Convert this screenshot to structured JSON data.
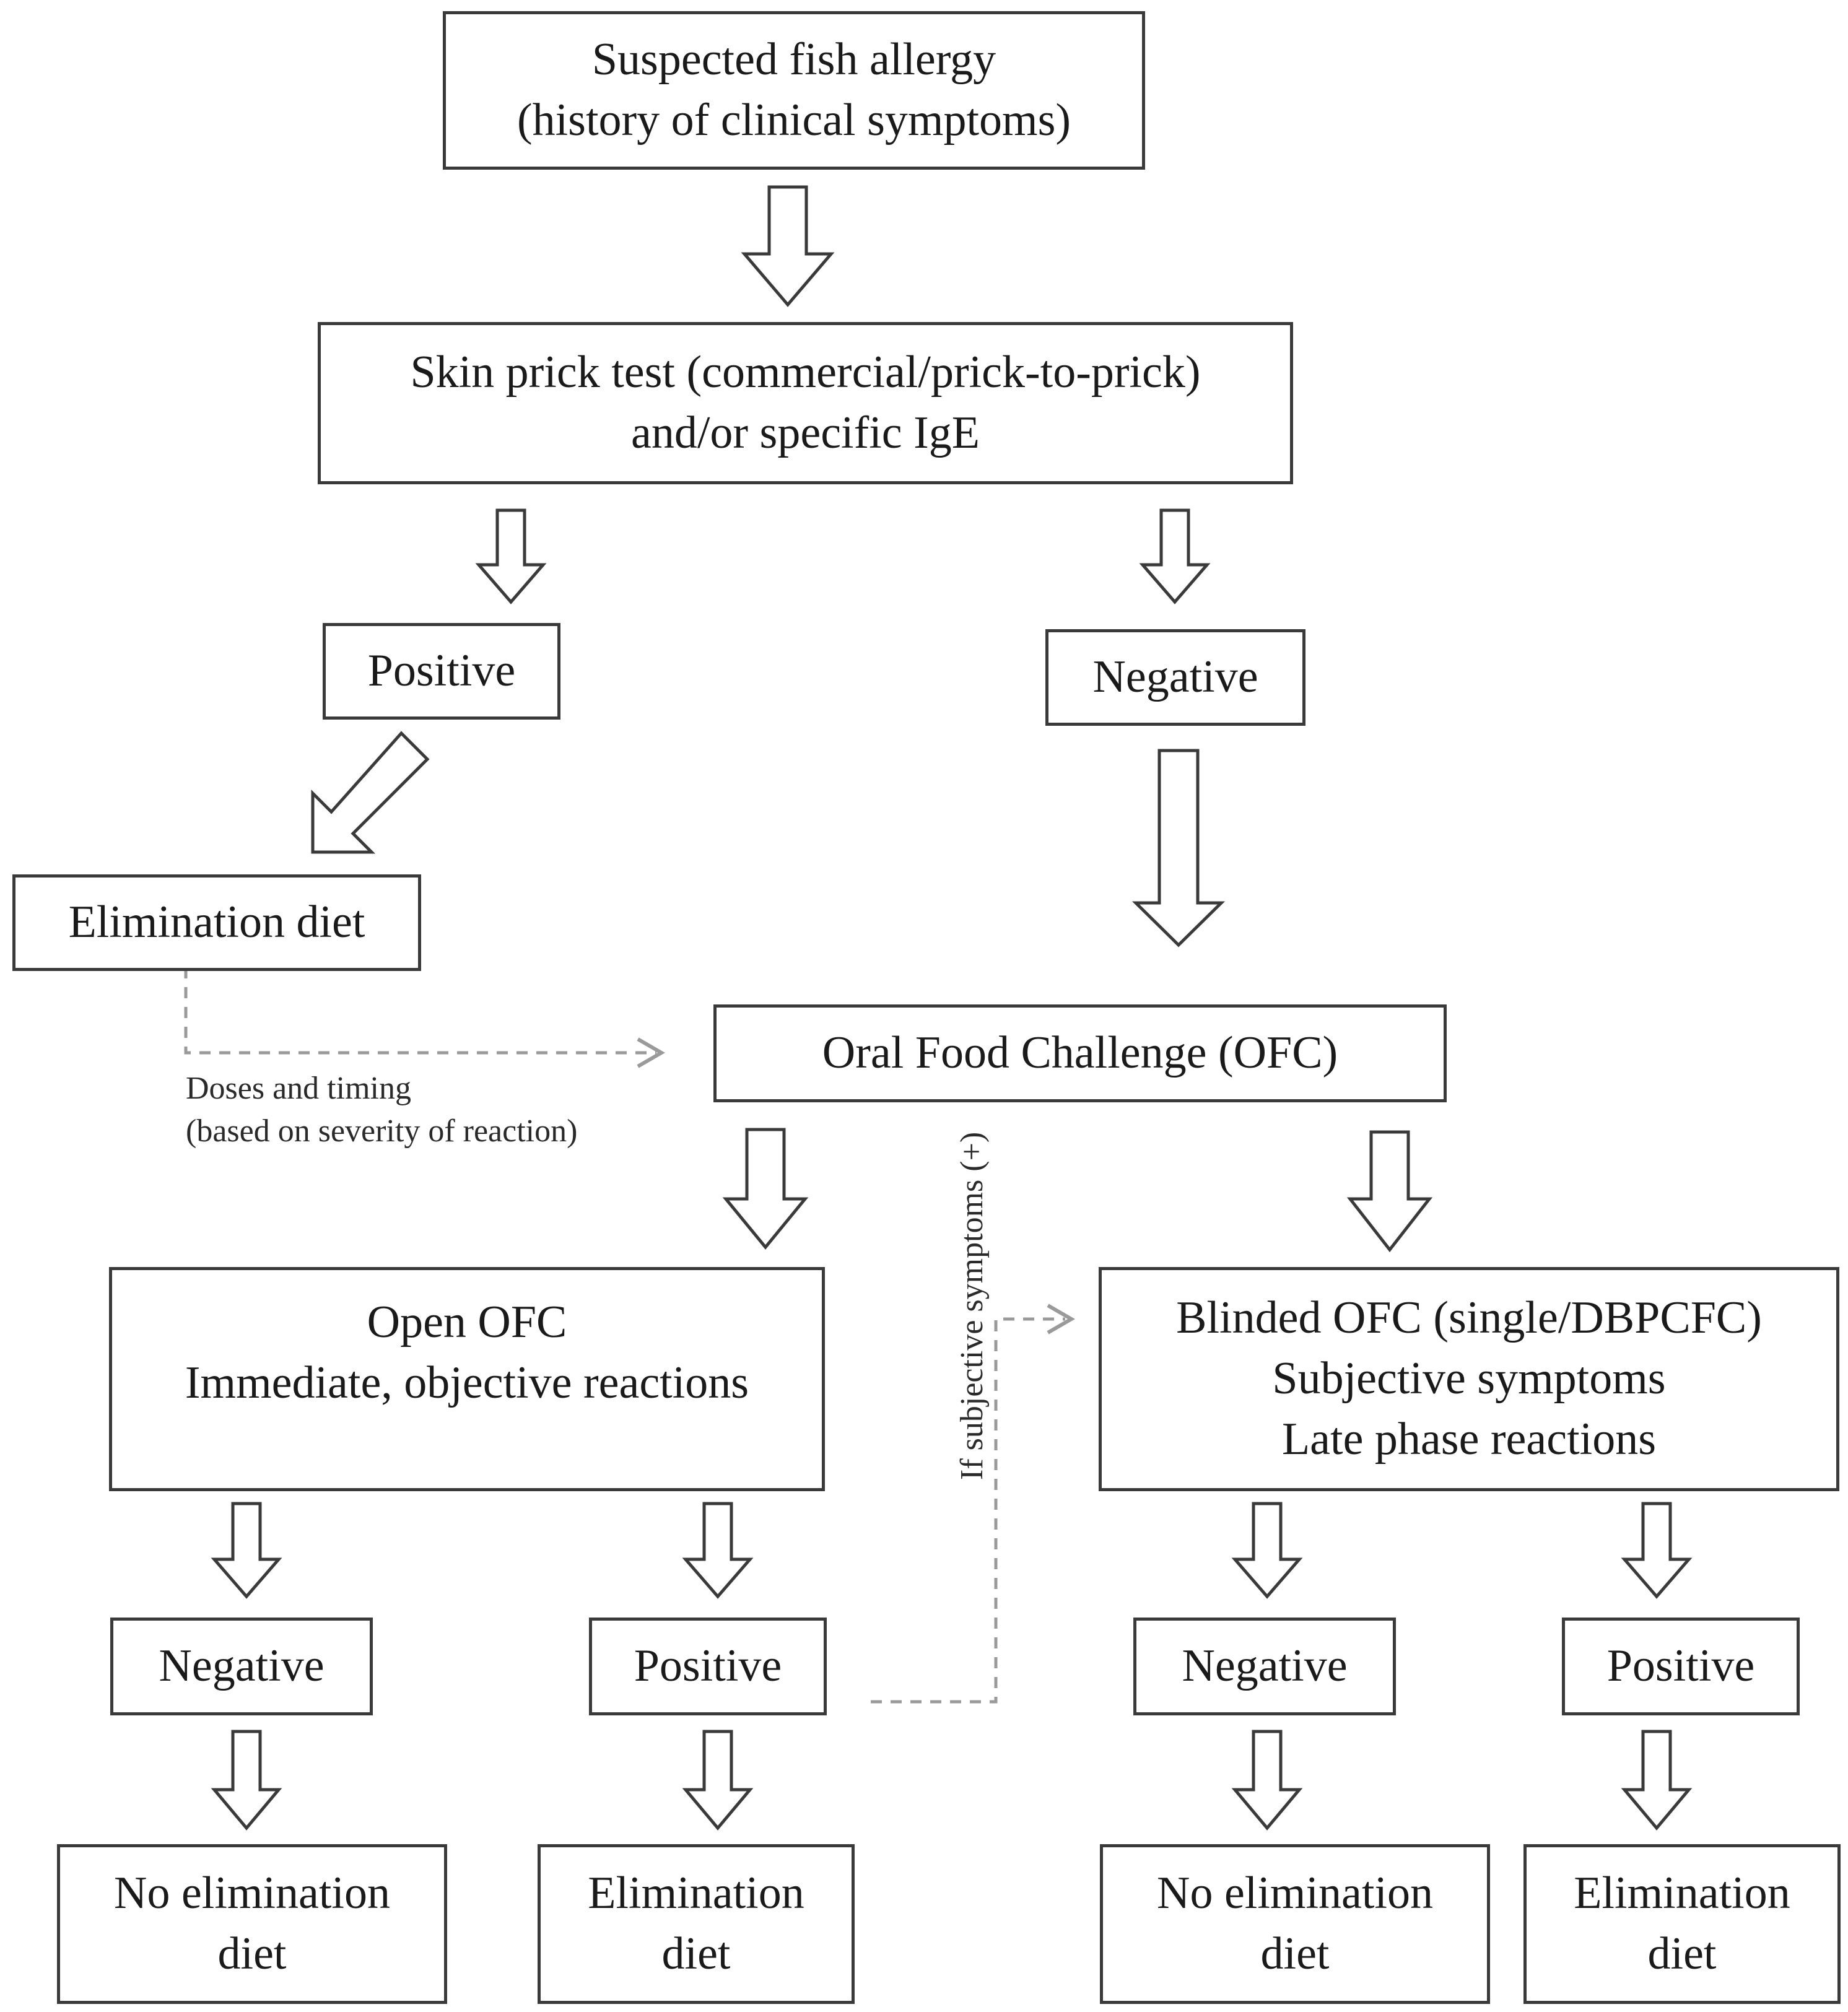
{
  "boxes": {
    "suspected": [
      "Suspected fish allergy",
      "(history of clinical symptoms)"
    ],
    "skin_prick": [
      "Skin prick test (commercial/prick-to-prick)",
      "and/or specific IgE"
    ],
    "positive_1": "Positive",
    "negative_1": "Negative",
    "elimination_1": "Elimination diet",
    "ofc": "Oral Food Challenge (OFC)",
    "open_ofc": [
      "Open OFC",
      "Immediate, objective reactions"
    ],
    "blinded_ofc": [
      "Blinded OFC (single/DBPCFC)",
      "Subjective symptoms",
      "Late phase reactions"
    ],
    "open_negative": "Negative",
    "open_positive": "Positive",
    "blinded_negative": "Negative",
    "blinded_positive": "Positive",
    "open_no_elim": [
      "No elimination",
      "diet"
    ],
    "open_elim": [
      "Elimination",
      "diet"
    ],
    "blinded_no_elim": [
      "No elimination",
      "diet"
    ],
    "blinded_elim": [
      "Elimination",
      "diet"
    ]
  },
  "notes": {
    "doses_timing": [
      "Doses and timing",
      "(based on severity of reaction)"
    ],
    "if_subjective": "If subjective symptoms (+)"
  },
  "colors": {
    "border": "#3a3a3a",
    "text": "#1a1a1a",
    "dashed_connector": "#9a9a9a"
  }
}
